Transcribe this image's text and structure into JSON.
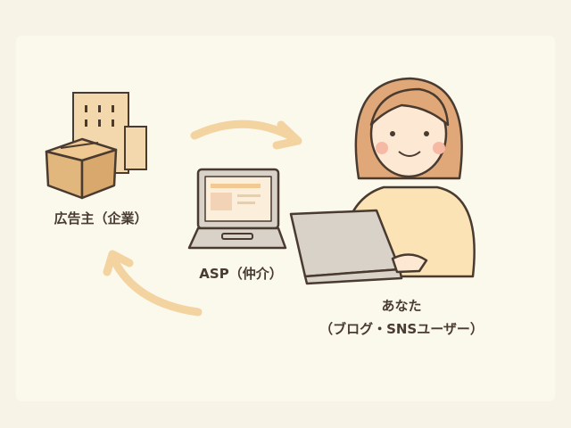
{
  "advertiser": {
    "label": "広告主（企業）"
  },
  "asp": {
    "label": "ASP（仲介）"
  },
  "you": {
    "label_line1": "あなた",
    "label_line2": "（ブログ・SNSユーザー）"
  },
  "colors": {
    "background": "#fbf8ec",
    "arrow": "#f3d3a0",
    "outline": "#4a3b30",
    "box": "#e2b77e",
    "hair": "#e0a878",
    "shirt": "#fbe3b6",
    "laptop": "#d8d2c8"
  }
}
